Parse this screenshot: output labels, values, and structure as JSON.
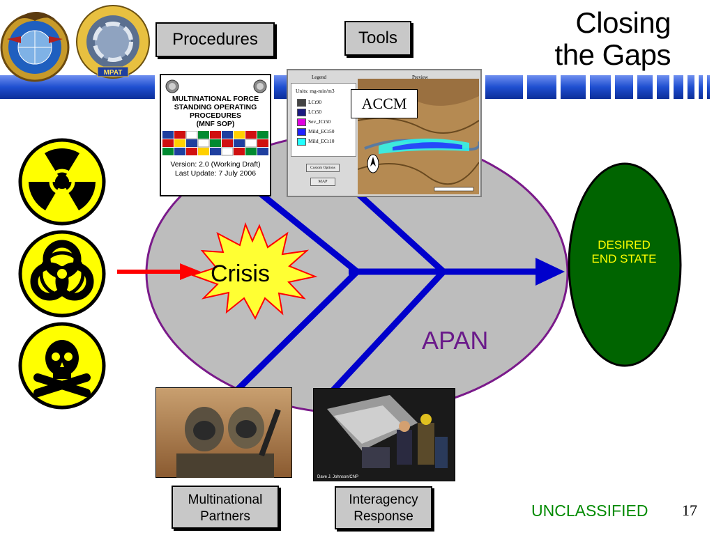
{
  "title": {
    "line1": "Closing",
    "line2": "the Gaps"
  },
  "boxes": {
    "procedures": "Procedures",
    "tools": "Tools",
    "multinational": "Multinational Partners",
    "interagency": "Interagency Response"
  },
  "diagram": {
    "crisis": "Crisis",
    "apan": "APAN",
    "desired_end_state_line1": "DESIRED",
    "desired_end_state_line2": "END STATE"
  },
  "sop_document": {
    "title_line1": "MULTINATIONAL FORCE",
    "title_line2": "STANDING OPERATING",
    "title_line3": "PROCEDURES",
    "title_line4": "(MNF SOP)",
    "version": "Version: 2.0 (Working Draft)",
    "last_update": "Last Update: 7 July 2006"
  },
  "accm_window": {
    "label": "ACCM",
    "legend_header": "Legend",
    "preview_header": "Preview",
    "units": "Units: mg-min/m3",
    "legend_items": [
      "LCt90",
      "LCt50",
      "Sev_ICt50",
      "Mild_ECt50",
      "Mild_ECt10"
    ],
    "legend_colors": [
      "#444444",
      "#1a1a80",
      "#e000e0",
      "#2222ff",
      "#22ffff"
    ],
    "btn_options": "Custom Options",
    "btn_map": "MAP"
  },
  "photo_caption": "Dave J. Johnson/CNP",
  "footer": {
    "classification": "UNCLASSIFIED",
    "page_number": "17"
  },
  "colors": {
    "band_blue": "#1f4fd0",
    "ellipse_gray": "#bdbdbd",
    "ellipse_outline": "#7a1a8a",
    "fishbone_blue": "#0000cc",
    "arrow_red": "#ff0000",
    "crisis_yellow": "#ffff33",
    "desired_green": "#006400",
    "hazard_yellow": "#ffff00"
  },
  "icons": [
    "radiation-hazard-icon",
    "biohazard-icon",
    "poison-skull-icon",
    "mpat-logo",
    "uspacom-seal-logo"
  ]
}
